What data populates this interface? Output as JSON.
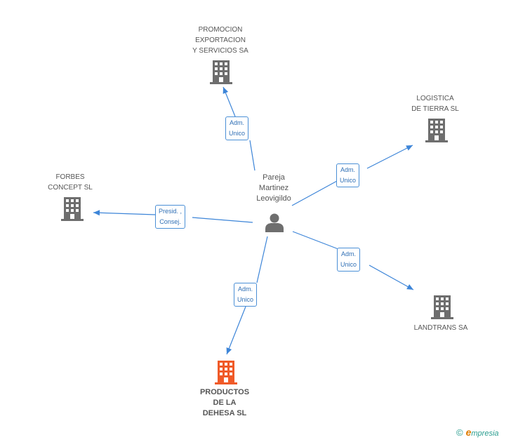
{
  "colors": {
    "edge": "#3d85d8",
    "building": "#6e6e6e",
    "building_main": "#f05a28",
    "person": "#6e6e6e",
    "label_border": "#4a8fd6"
  },
  "person": {
    "icon": "person-icon",
    "lines": [
      "Pareja",
      "Martinez",
      "Leovigildo"
    ]
  },
  "companies": [
    {
      "id": "promocion",
      "lines": [
        "PROMOCION",
        "EXPORTACION",
        "Y SERVICIOS SA"
      ],
      "icon": "building-icon"
    },
    {
      "id": "logistica",
      "lines": [
        "LOGISTICA",
        "DE TIERRA SL"
      ],
      "icon": "building-icon"
    },
    {
      "id": "forbes",
      "lines": [
        "FORBES",
        "CONCEPT SL"
      ],
      "icon": "building-icon"
    },
    {
      "id": "landtrans",
      "lines": [
        "LANDTRANS SA"
      ],
      "icon": "building-icon"
    },
    {
      "id": "productos",
      "lines": [
        "PRODUCTOS",
        "DE LA",
        "DEHESA SL"
      ],
      "icon": "building-icon",
      "main": true
    }
  ],
  "relations": [
    {
      "to": "promocion",
      "lines": [
        "Adm.",
        "Unico"
      ]
    },
    {
      "to": "logistica",
      "lines": [
        "Adm.",
        "Unico"
      ]
    },
    {
      "to": "forbes",
      "lines": [
        "Presid. ,",
        "Consej."
      ]
    },
    {
      "to": "landtrans",
      "lines": [
        "Adm.",
        "Unico"
      ]
    },
    {
      "to": "productos",
      "lines": [
        "Adm.",
        "Unico"
      ]
    }
  ],
  "footer": {
    "copyright_symbol": "©",
    "logo_letter": "e",
    "brand": "mpresia"
  }
}
